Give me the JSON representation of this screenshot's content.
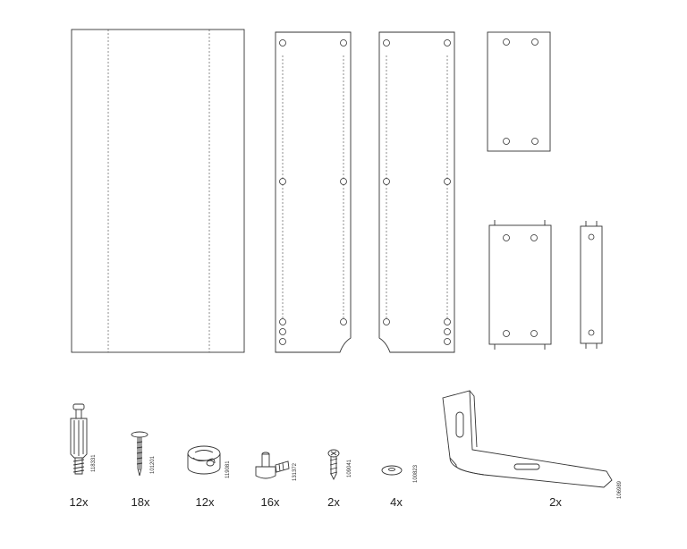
{
  "hardware": [
    {
      "id": "cam-dowel",
      "qty": "12x",
      "code": "118331"
    },
    {
      "id": "nail",
      "qty": "18x",
      "code": "101201"
    },
    {
      "id": "cam-lock",
      "qty": "12x",
      "code": "119081"
    },
    {
      "id": "shelf-support",
      "qty": "16x",
      "code": "131372"
    },
    {
      "id": "screw",
      "qty": "2x",
      "code": "109041"
    },
    {
      "id": "washer",
      "qty": "4x",
      "code": "100823"
    },
    {
      "id": "wall-bracket",
      "qty": "2x",
      "code": "106989"
    }
  ]
}
